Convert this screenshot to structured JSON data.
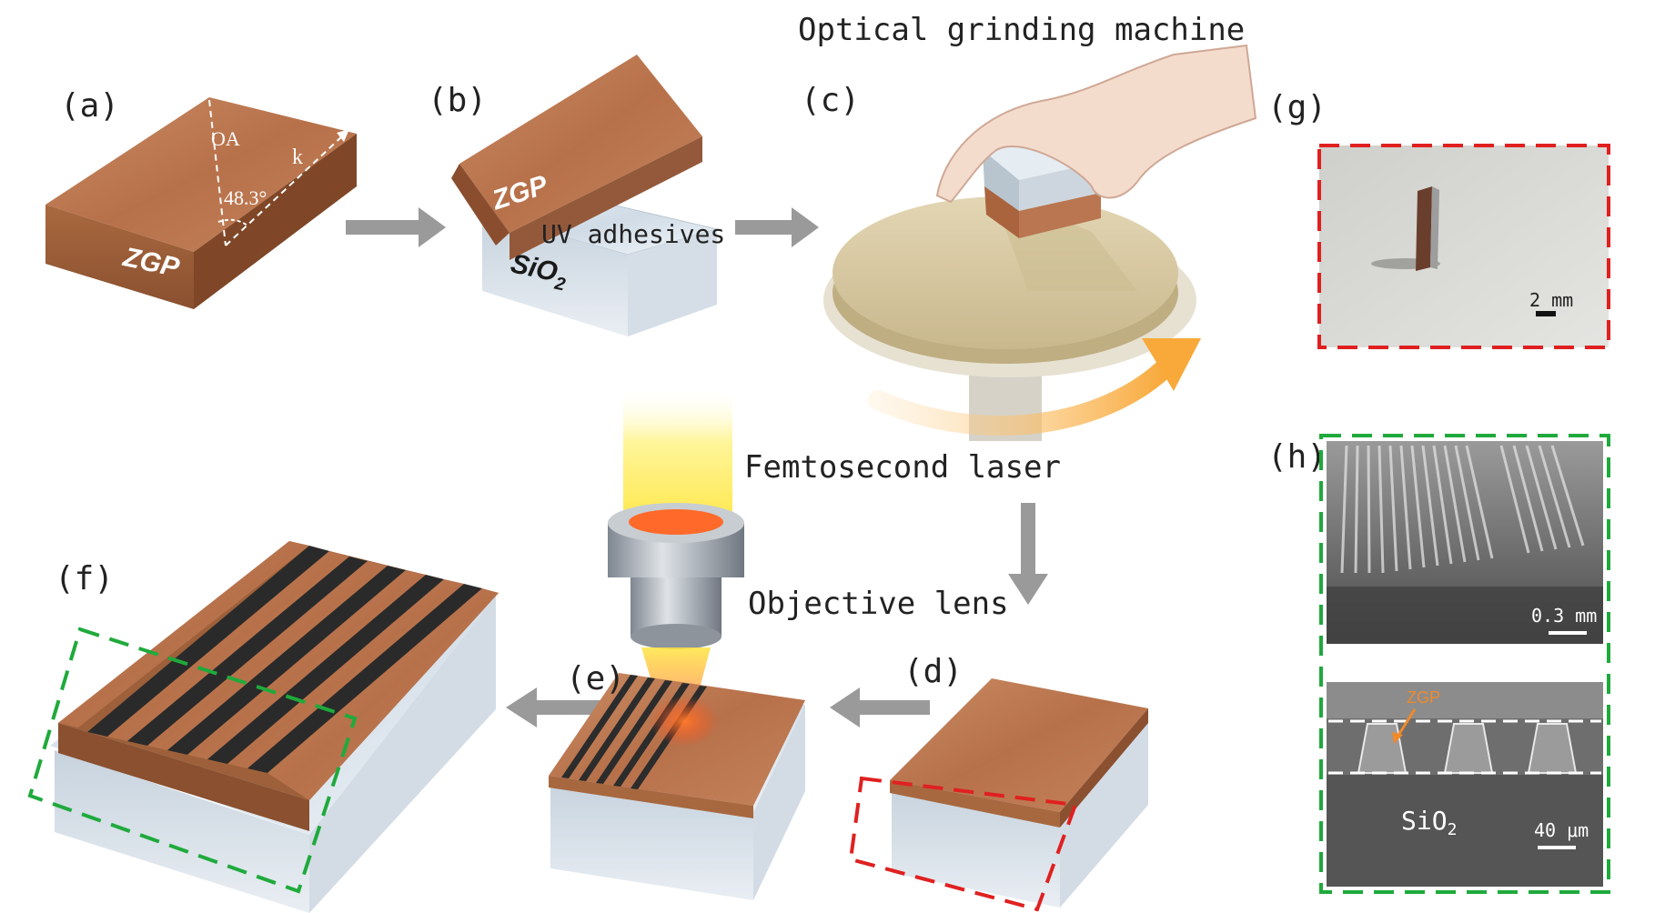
{
  "panel_labels": {
    "a": "(a)",
    "b": "(b)",
    "c": "(c)",
    "d": "(d)",
    "e": "(e)",
    "f": "(f)",
    "g": "(g)",
    "h": "(h)"
  },
  "labels": {
    "optical_grinding_machine": "Optical grinding machine",
    "femtosecond_laser": "Femtosecond laser",
    "objective_lens": "Objective lens",
    "uv_adhesives": "UV adhesives"
  },
  "crystal": {
    "zgp": "ZGP",
    "oa": "OA",
    "k": "k",
    "angle": "48.3°"
  },
  "substrate": {
    "sio2_base": "SiO",
    "sio2_sub": "2"
  },
  "photo_g": {
    "scale_bar": "2 mm"
  },
  "sem_h": {
    "scale_top": "0.3 mm",
    "scale_bottom": "40 μm",
    "zgp_label": "ZGP",
    "sio2_base": "SiO",
    "sio2_sub": "2"
  },
  "colors": {
    "copper": "#c07a4f",
    "copper_dark": "#8f5232",
    "glass": "#dde6ee",
    "arrow_gray": "#9a9a9a",
    "beam_yellow": "#fff25a",
    "red_dash": "#e02020",
    "green_dash": "#1faa3c",
    "disk": "#d8c9a4"
  }
}
